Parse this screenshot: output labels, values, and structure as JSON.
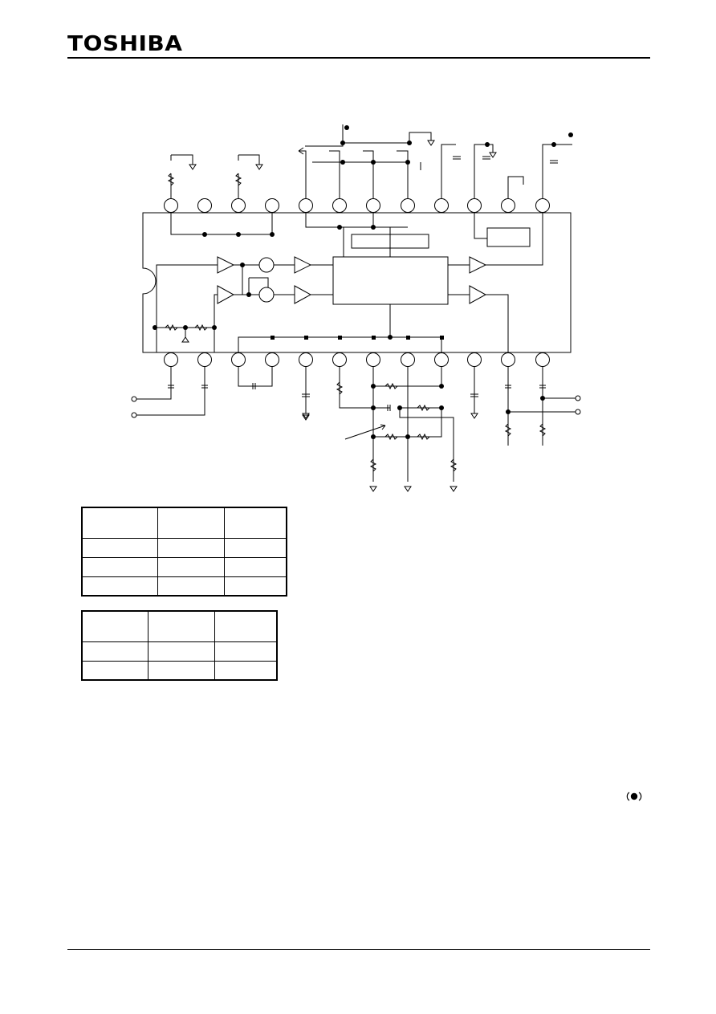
{
  "header": {
    "brand": "TOSHIBA"
  },
  "figure": {
    "top_pins": 12,
    "bottom_pins": 12
  },
  "tables": [
    {
      "rows": 4,
      "cols": 3
    },
    {
      "rows": 3,
      "cols": 3
    }
  ],
  "footer": {
    "mark_icon": "circled-dot-icon"
  }
}
